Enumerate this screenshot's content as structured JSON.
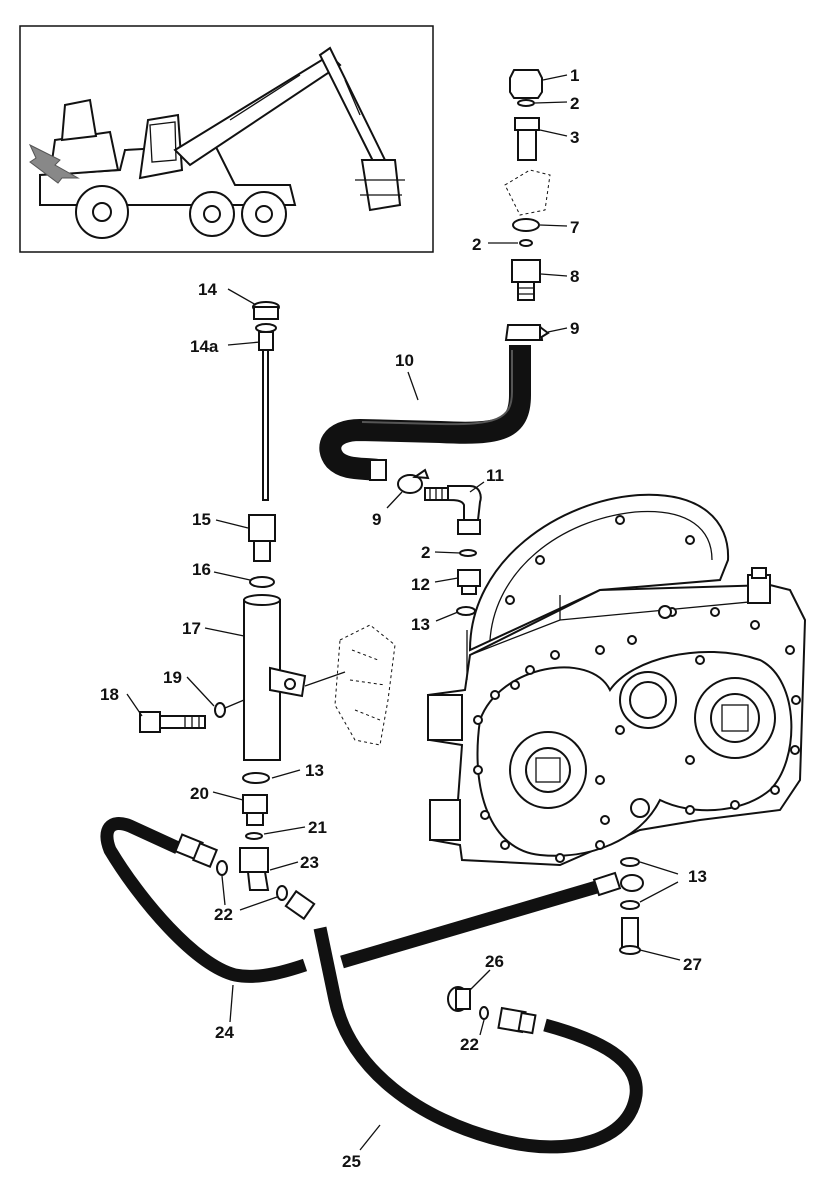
{
  "diagram": {
    "callouts": [
      {
        "id": "c1",
        "text": "1"
      },
      {
        "id": "c2a",
        "text": "2"
      },
      {
        "id": "c3",
        "text": "3"
      },
      {
        "id": "c7",
        "text": "7"
      },
      {
        "id": "c2b",
        "text": "2"
      },
      {
        "id": "c8",
        "text": "8"
      },
      {
        "id": "c9a",
        "text": "9"
      },
      {
        "id": "c10",
        "text": "10"
      },
      {
        "id": "c14",
        "text": "14"
      },
      {
        "id": "c14a",
        "text": "14a"
      },
      {
        "id": "c11",
        "text": "11"
      },
      {
        "id": "c9b",
        "text": "9"
      },
      {
        "id": "c15",
        "text": "15"
      },
      {
        "id": "c2c",
        "text": "2"
      },
      {
        "id": "c16",
        "text": "16"
      },
      {
        "id": "c12",
        "text": "12"
      },
      {
        "id": "c13a",
        "text": "13"
      },
      {
        "id": "c17",
        "text": "17"
      },
      {
        "id": "c19",
        "text": "19"
      },
      {
        "id": "c18",
        "text": "18"
      },
      {
        "id": "c13b",
        "text": "13"
      },
      {
        "id": "c20",
        "text": "20"
      },
      {
        "id": "c21",
        "text": "21"
      },
      {
        "id": "c23",
        "text": "23"
      },
      {
        "id": "c13c",
        "text": "13"
      },
      {
        "id": "c22a",
        "text": "22"
      },
      {
        "id": "c27",
        "text": "27"
      },
      {
        "id": "c26",
        "text": "26"
      },
      {
        "id": "c24",
        "text": "24"
      },
      {
        "id": "c22b",
        "text": "22"
      },
      {
        "id": "c25",
        "text": "25"
      }
    ],
    "colors": {
      "line": "#111111",
      "background": "#ffffff",
      "arrow": "#888888"
    }
  }
}
